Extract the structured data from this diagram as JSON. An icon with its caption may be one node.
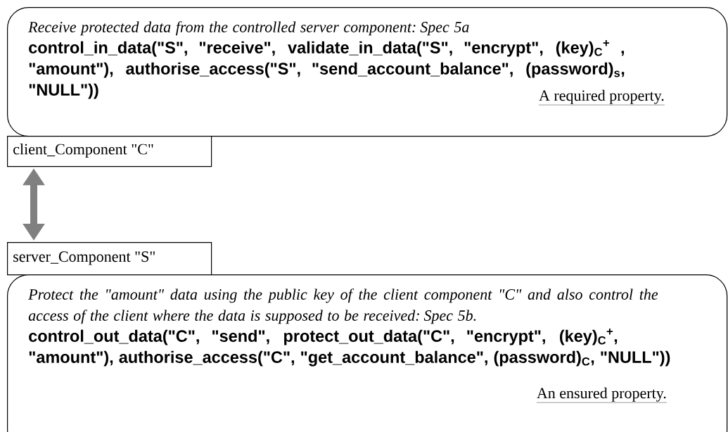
{
  "diagram": {
    "nodes": [
      {
        "text": [
          "Receive protected data from the controlled server component: Spec 5a",
          "control_in_data(\"S\", \"receive\", validate_in_data(\"S\", \"encrypt\", (key)$_{C}$$^{+}$ , \"amount\"), authorise_access(\"S\", \"send_account_balance\", (password)$_{s}$, \"NULL\"))",
          "A required property."
        ]
      },
      {
        "text": [
          "client_Component \"C\""
        ]
      },
      {
        "text": [
          "server_Component \"S\""
        ]
      },
      {
        "text": [
          "Protect the \"amount\" data using the public key of the client component \"C\" and also control the access of the client where the data is supposed to be received: Spec 5b.",
          "control_out_data(\"C\", \"send\", protect_out_data(\"C\", \"encrypt\", (key)$_{C}$$^{+}$, \"amount\"), authorise_access(\"C\", \"get_account_balance\", (password)$_{C}$, \"NULL\"))",
          "An ensured property."
        ]
      }
    ],
    "edges": [
      {
        "from": 1,
        "to": 2,
        "arrow": "both",
        "color": "#808080"
      }
    ]
  }
}
